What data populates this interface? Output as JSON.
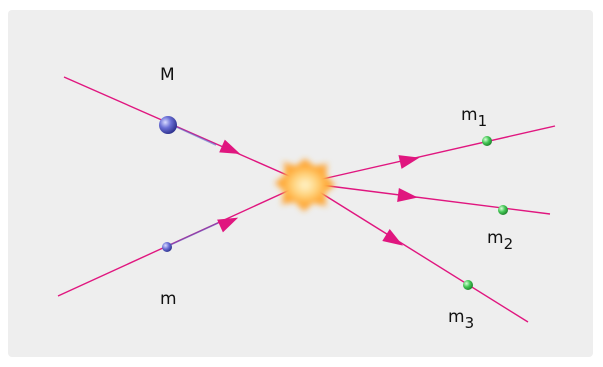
{
  "colors": {
    "panel": "#eeeeee",
    "track": "#e0167f",
    "heavy_particle": "#5a5fc8",
    "light_particle": "#5a5fc8",
    "product_particle": "#3fc44e",
    "burst": "#ffb030"
  },
  "labels": {
    "M": "M",
    "m": "m",
    "m1_base": "m",
    "m1_sub": "1",
    "m2_base": "m",
    "m2_sub": "2",
    "m3_base": "m",
    "m3_sub": "3"
  }
}
